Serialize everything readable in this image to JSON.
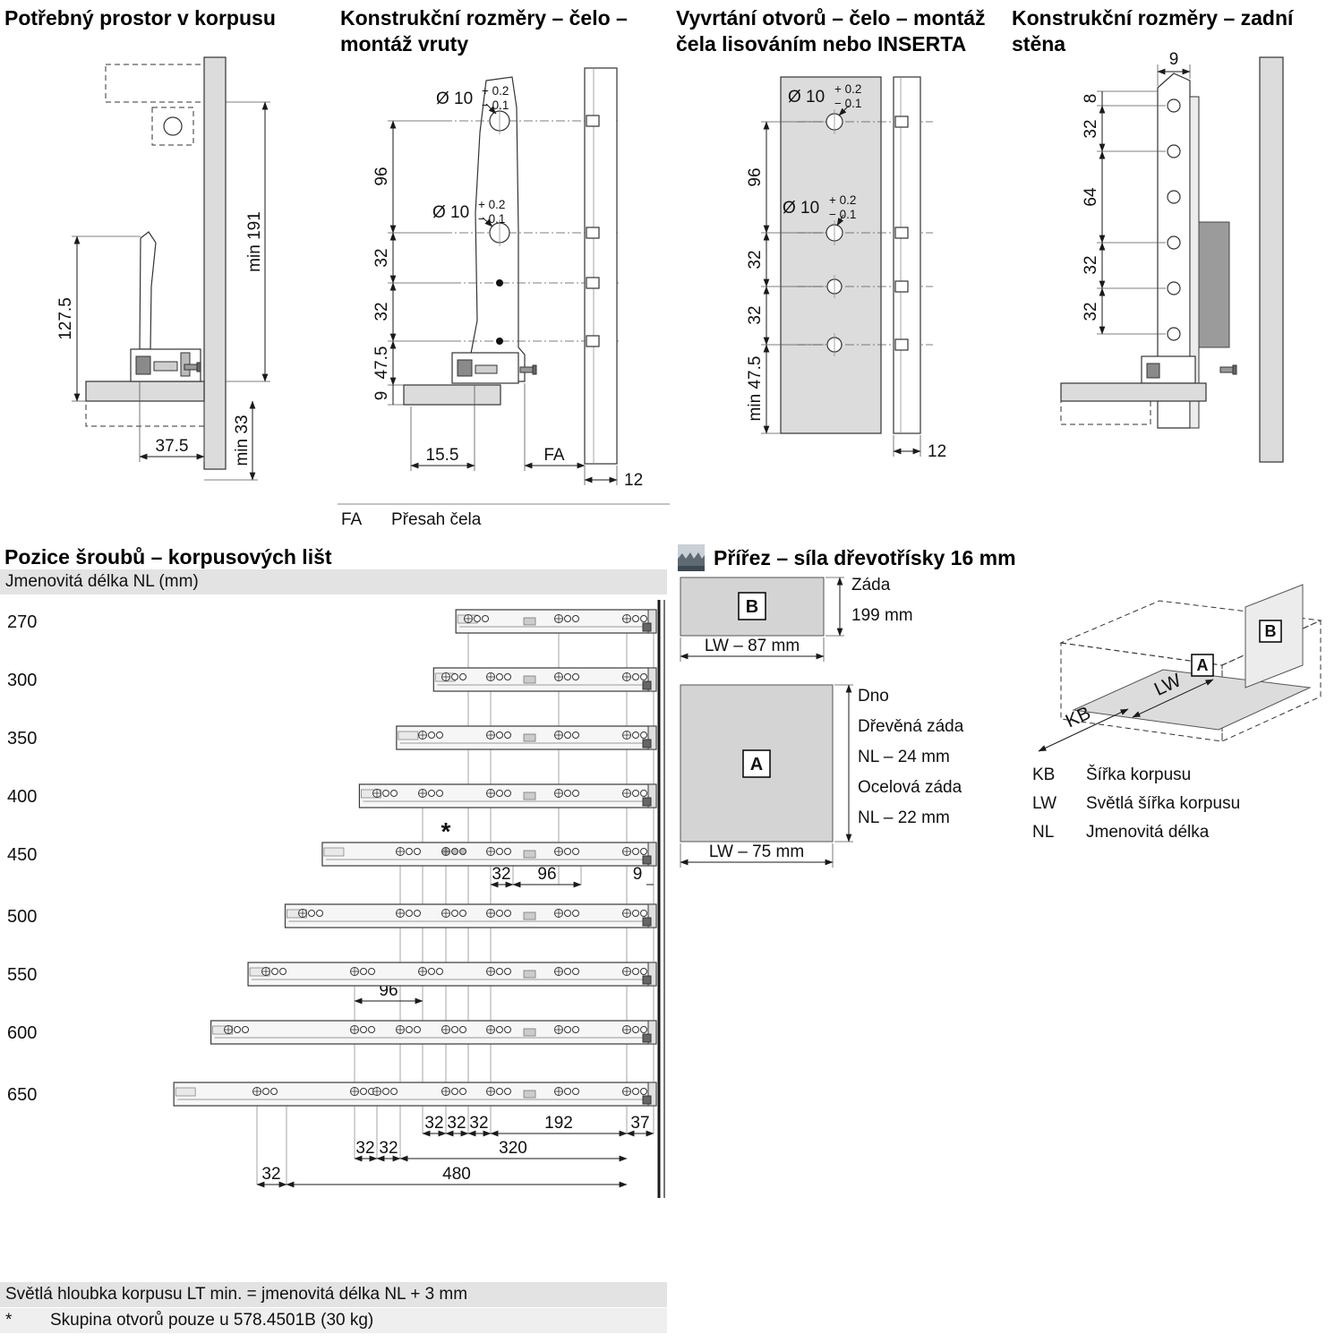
{
  "drill": {
    "dia": "Ø 10",
    "tol_plus": "+ 0.2",
    "tol_minus": "− 0.1"
  },
  "panel1": {
    "title": "Potřebný prostor v korpusu",
    "dims": {
      "min191": "min 191",
      "d1275": "127.5",
      "d375": "37.5",
      "min33": "min 33"
    }
  },
  "panel2": {
    "title1": "Konstrukční rozměry – čelo –",
    "title2": "montáž vruty",
    "dims": {
      "d96": "96",
      "d32": "32",
      "d475": "47.5",
      "d9": "9",
      "d155": "15.5",
      "fa": "FA",
      "d12": "12"
    },
    "footnote": {
      "key": "FA",
      "text": "Přesah čela"
    }
  },
  "panel3": {
    "title1": "Vyvrtání otvorů – čelo – montáž",
    "title2": "čela lisováním nebo INSERTA",
    "dims": {
      "d96": "96",
      "d32": "32",
      "min475": "min 47.5",
      "d12": "12"
    }
  },
  "panel4": {
    "title1": "Konstrukční rozměry – zadní",
    "title2": "stěna",
    "dims": {
      "d9": "9",
      "d8": "8",
      "d32": "32",
      "d64": "64"
    }
  },
  "screws": {
    "title": "Pozice šroubů – korpusových lišt",
    "subtitle": "Jmenovitá délka NL (mm)",
    "rows": [
      "270",
      "300",
      "350",
      "400",
      "450",
      "500",
      "550",
      "600",
      "650"
    ],
    "star": "*",
    "dims": {
      "d32": "32",
      "d96": "96",
      "d9": "9",
      "d192": "192",
      "d37": "37",
      "d320": "320",
      "d480": "480"
    },
    "foot1": "Světlá hloubka korpusu LT min. = jmenovitá délka NL + 3 mm",
    "foot2_key": "*",
    "foot2_text": "Skupina otvorů pouze u 578.4501B (30 kg)"
  },
  "cutting": {
    "title": "Přířez – síla dřevotřísky 16 mm",
    "partB": {
      "letter": "B",
      "name": "Záda",
      "height": "199 mm",
      "width": "LW – 87 mm"
    },
    "partA": {
      "letter": "A",
      "rows": [
        "Dno",
        "Dřevěná záda",
        "NL – 24 mm",
        "Ocelová záda",
        "NL – 22 mm"
      ],
      "width": "LW – 75 mm"
    },
    "iso": {
      "a": "A",
      "b": "B",
      "lw": "LW",
      "kb": "KB"
    },
    "legend": [
      {
        "key": "KB",
        "text": "Šířka korpusu"
      },
      {
        "key": "LW",
        "text": "Světlá šířka korpusu"
      },
      {
        "key": "NL",
        "text": "Jmenovitá délka"
      }
    ]
  }
}
